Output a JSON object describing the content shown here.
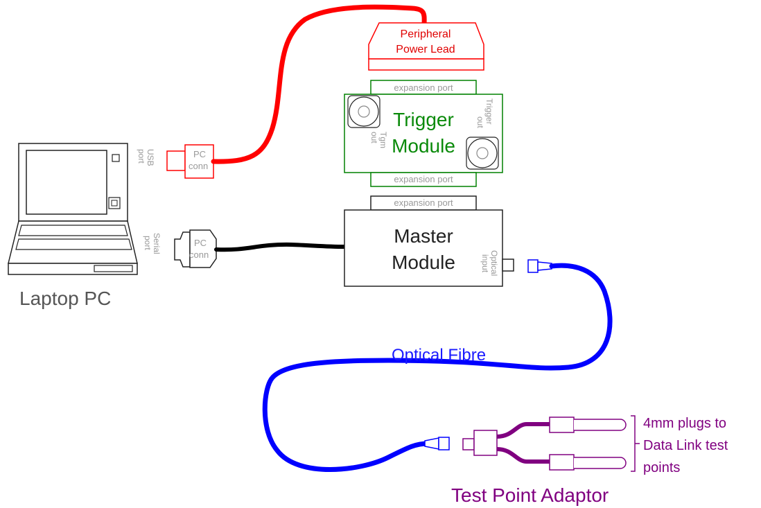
{
  "laptop": {
    "label": "Laptop PC",
    "usb_port_lines": [
      "USB",
      "port"
    ],
    "serial_port_lines": [
      "Serial",
      "port"
    ]
  },
  "usb_connector": {
    "lines": [
      "PC",
      "conn"
    ]
  },
  "serial_connector": {
    "lines": [
      "PC",
      "conn"
    ]
  },
  "power_lead": {
    "lines": [
      "Peripheral",
      "Power Lead"
    ]
  },
  "trigger_module": {
    "title_lines": [
      "Trigger",
      "Module"
    ],
    "top_port": "expansion port",
    "bottom_port": "expansion port",
    "tgm_out_lines": [
      "Tgm",
      "out"
    ],
    "trigger_out_lines": [
      "Trigger",
      "out"
    ]
  },
  "master_module": {
    "title_lines": [
      "Master",
      "Module"
    ],
    "top_port": "expansion port",
    "optical_input_lines": [
      "Optical",
      "input"
    ]
  },
  "optical_fibre": {
    "label": "Optical Fibre"
  },
  "test_point_adaptor": {
    "label": "Test Point Adaptor",
    "plugs_note_lines": [
      "4mm plugs to",
      "Data Link test",
      "points"
    ]
  },
  "colors": {
    "power": "#ff0000",
    "serial_cable": "#000000",
    "fibre": "#0000ff",
    "adaptor": "#800080",
    "trigger": "#008000",
    "label_gray": "#999999"
  }
}
